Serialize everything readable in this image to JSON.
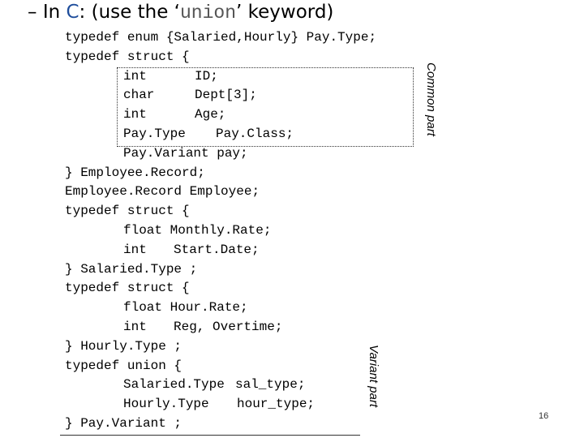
{
  "heading": {
    "dash": "– ",
    "pre": "In ",
    "lang": "C",
    "mid": ": (use the ‘",
    "keyword": "union",
    "post": "’ keyword)"
  },
  "colors": {
    "accent": "#1f4e9c"
  },
  "code": {
    "line01": "typedef enum {Salaried,Hourly} Pay.Type;",
    "line02": "typedef struct {",
    "line03": {
      "type": "int",
      "name": "ID;"
    },
    "line04": {
      "type": "char",
      "name": "Dept[3];"
    },
    "line05": {
      "type": "int",
      "name": "Age;"
    },
    "line06": {
      "type": "Pay.Type",
      "name": "Pay.Class;"
    },
    "line07": "Pay.Variant pay;",
    "line08": "} Employee.Record;",
    "line09": "Employee.Record Employee;",
    "line10": "typedef struct {",
    "line11": "float Monthly.Rate;",
    "line12": {
      "type": "int",
      "name": "Start.Date;"
    },
    "line13": "} Salaried.Type ;",
    "line14": "typedef struct {",
    "line15": "float Hour.Rate;",
    "line16": {
      "type": "int",
      "name": "Reg, Overtime;"
    },
    "line17": "} Hourly.Type ;",
    "line18": "typedef union {",
    "line19": {
      "type": "Salaried.Type",
      "name": "sal_type;"
    },
    "line20": {
      "type": "Hourly.Type",
      "name": "hour_type;"
    },
    "line21": "} Pay.Variant ;"
  },
  "labels": {
    "common": "Common part",
    "variant": "Variant part"
  },
  "page_number": "16"
}
